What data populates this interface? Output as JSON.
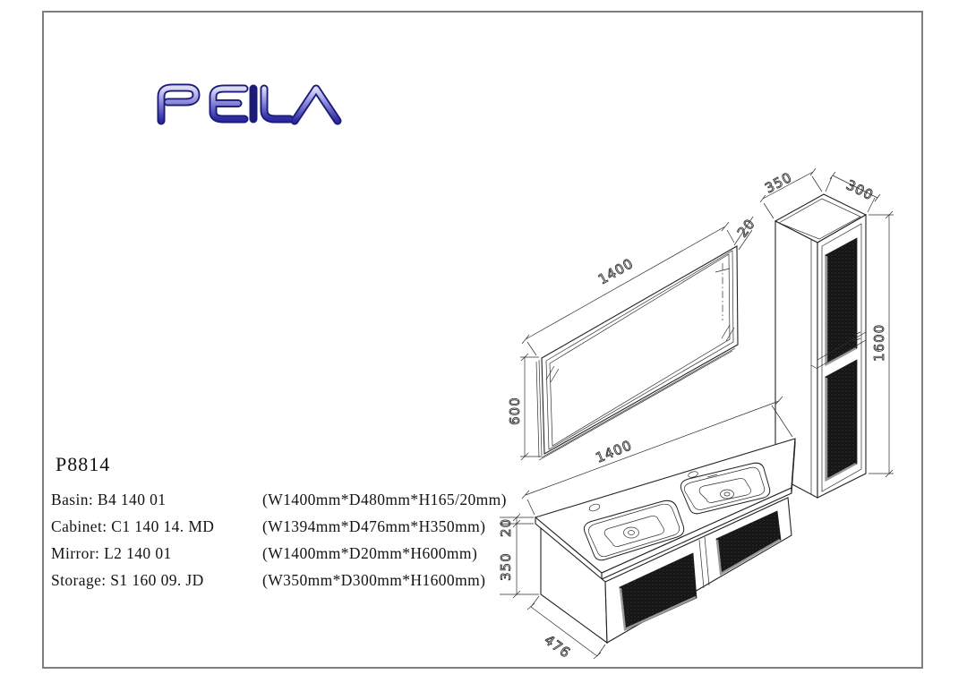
{
  "page": {
    "background": "#ffffff",
    "border_color": "#7e7e7e",
    "line_color": "#222222"
  },
  "logo": {
    "text": "PEILA",
    "outline_color": "#1c1c78",
    "gradient_top": "#d9d8f4",
    "gradient_mid": "#817fd9",
    "gradient_bottom": "#2b2a9e"
  },
  "product": {
    "model": "P8814",
    "specs": [
      {
        "label": "Basin: B4 140 01",
        "size": "(W1400mm*D480mm*H165/20mm)"
      },
      {
        "label": "Cabinet: C1 140 14. MD",
        "size": "(W1394mm*D476mm*H350mm)"
      },
      {
        "label": "Mirror: L2 140 01",
        "size": "(W1400mm*D20mm*H600mm)"
      },
      {
        "label": "Storage: S1 160 09. JD",
        "size": "(W350mm*D300mm*H1600mm)"
      }
    ]
  },
  "drawing": {
    "mirror": {
      "width": "1400",
      "thickness": "20",
      "height": "600"
    },
    "storage": {
      "width": "350",
      "depth": "300",
      "height": "1600"
    },
    "vanity": {
      "counter_width": "1400",
      "counter_thickness": "20",
      "cabinet_height": "350",
      "cabinet_depth": "476"
    },
    "panel_color": "#141414"
  }
}
